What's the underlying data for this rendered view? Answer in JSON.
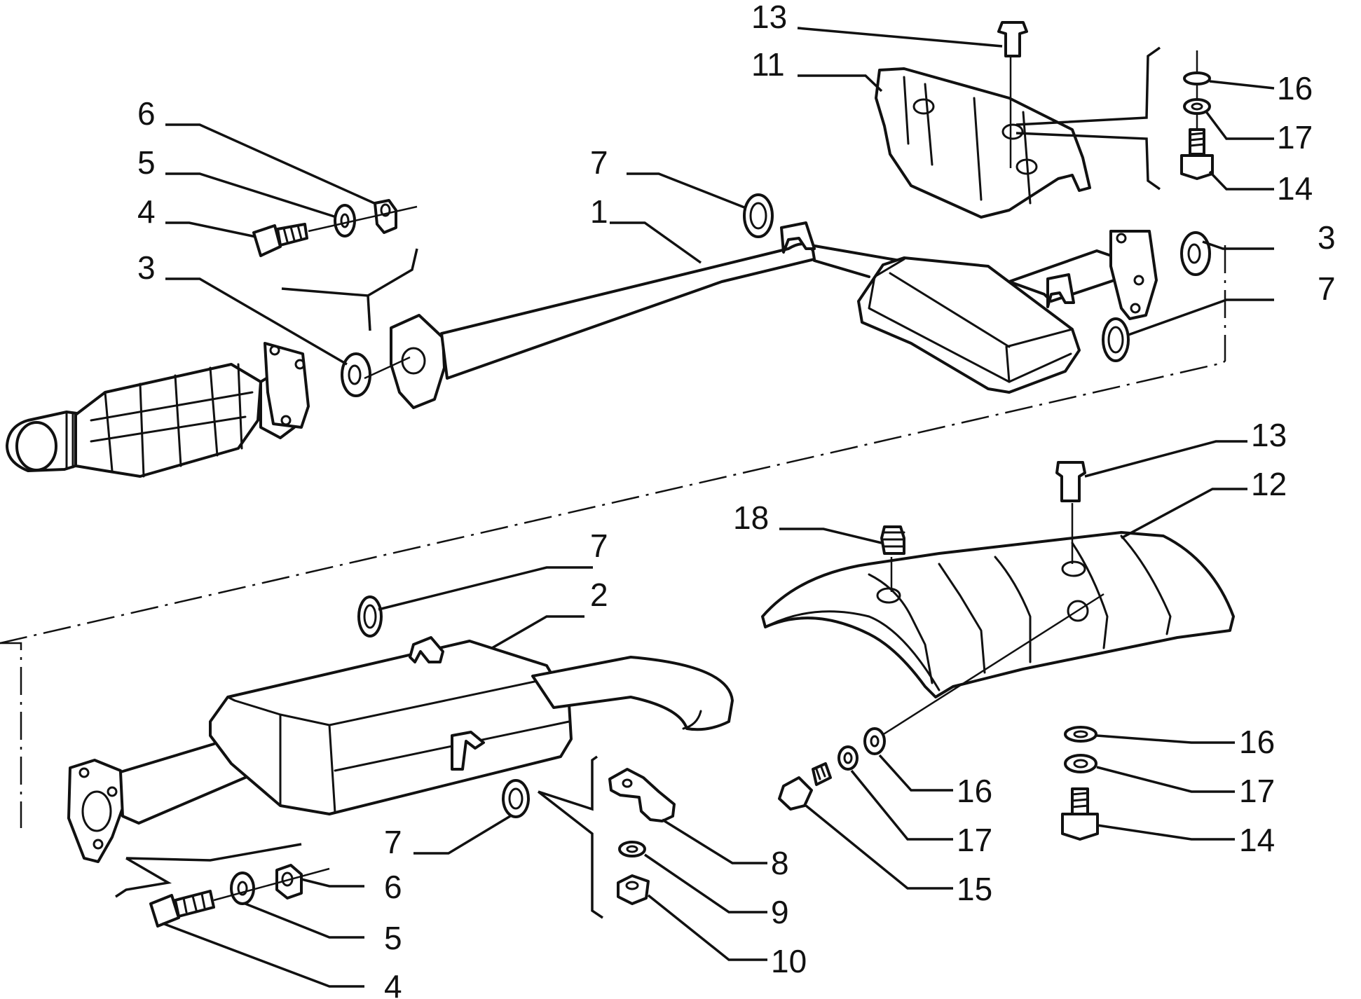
{
  "diagram": {
    "type": "exploded-parts-diagram",
    "callouts": [
      {
        "id": "c13a",
        "text": "13"
      },
      {
        "id": "c11",
        "text": "11"
      },
      {
        "id": "c6a",
        "text": "6"
      },
      {
        "id": "c5a",
        "text": "5"
      },
      {
        "id": "c4a",
        "text": "4"
      },
      {
        "id": "c3a",
        "text": "3"
      },
      {
        "id": "c7a",
        "text": "7"
      },
      {
        "id": "c1",
        "text": "1"
      },
      {
        "id": "c16a",
        "text": "16"
      },
      {
        "id": "c17a",
        "text": "17"
      },
      {
        "id": "c14a",
        "text": "14"
      },
      {
        "id": "c3b",
        "text": "3"
      },
      {
        "id": "c7b",
        "text": "7"
      },
      {
        "id": "c13b",
        "text": "13"
      },
      {
        "id": "c12",
        "text": "12"
      },
      {
        "id": "c18",
        "text": "18"
      },
      {
        "id": "c7c",
        "text": "7"
      },
      {
        "id": "c2",
        "text": "2"
      },
      {
        "id": "c16b",
        "text": "16"
      },
      {
        "id": "c17b",
        "text": "17"
      },
      {
        "id": "c14b",
        "text": "14"
      },
      {
        "id": "c16c",
        "text": "16"
      },
      {
        "id": "c17c",
        "text": "17"
      },
      {
        "id": "c15",
        "text": "15"
      },
      {
        "id": "c7d",
        "text": "7"
      },
      {
        "id": "c8",
        "text": "8"
      },
      {
        "id": "c9",
        "text": "9"
      },
      {
        "id": "c10",
        "text": "10"
      },
      {
        "id": "c6b",
        "text": "6"
      },
      {
        "id": "c5b",
        "text": "5"
      },
      {
        "id": "c4b",
        "text": "4"
      }
    ]
  }
}
